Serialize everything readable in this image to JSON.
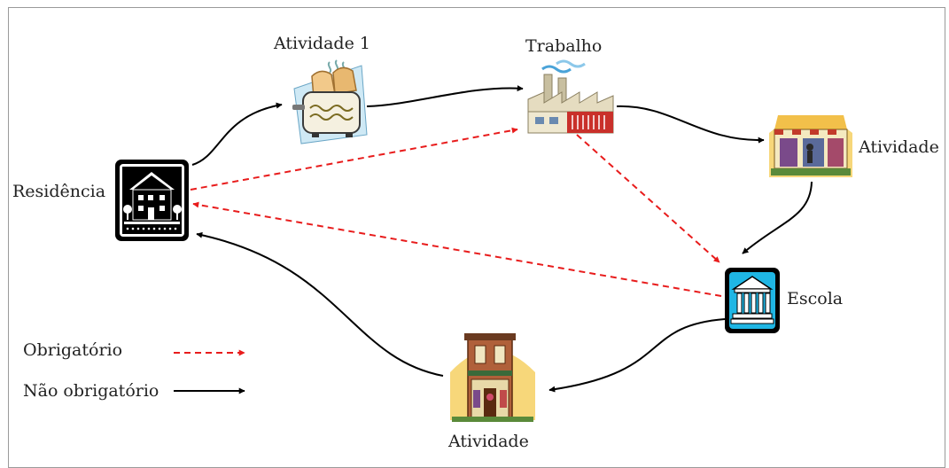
{
  "nodes": {
    "residence": {
      "label": "Residência",
      "icon": "house-icon"
    },
    "activity1": {
      "label": "Atividade 1",
      "icon": "toaster-icon"
    },
    "work": {
      "label": "Trabalho",
      "icon": "factory-icon"
    },
    "activity_right": {
      "label": "Atividade",
      "icon": "shop-icon"
    },
    "school": {
      "label": "Escola",
      "icon": "school-building-icon"
    },
    "activity_bottom": {
      "label": "Atividade",
      "icon": "storefront-icon"
    }
  },
  "legend": {
    "mandatory": {
      "label": "Obrigatório",
      "color": "#e81c1c",
      "style": "dashed"
    },
    "non_mandatory": {
      "label": "Não obrigatório",
      "color": "#000000",
      "style": "solid"
    }
  },
  "edges": [
    {
      "from": "residence",
      "to": "activity1",
      "type": "non_mandatory"
    },
    {
      "from": "activity1",
      "to": "work",
      "type": "non_mandatory"
    },
    {
      "from": "work",
      "to": "activity_right",
      "type": "non_mandatory"
    },
    {
      "from": "activity_right",
      "to": "school",
      "type": "non_mandatory"
    },
    {
      "from": "school",
      "to": "activity_bottom",
      "type": "non_mandatory"
    },
    {
      "from": "activity_bottom",
      "to": "residence",
      "type": "non_mandatory"
    },
    {
      "from": "residence",
      "to": "work",
      "type": "mandatory"
    },
    {
      "from": "work",
      "to": "school",
      "type": "mandatory"
    },
    {
      "from": "school",
      "to": "residence",
      "type": "mandatory"
    }
  ]
}
